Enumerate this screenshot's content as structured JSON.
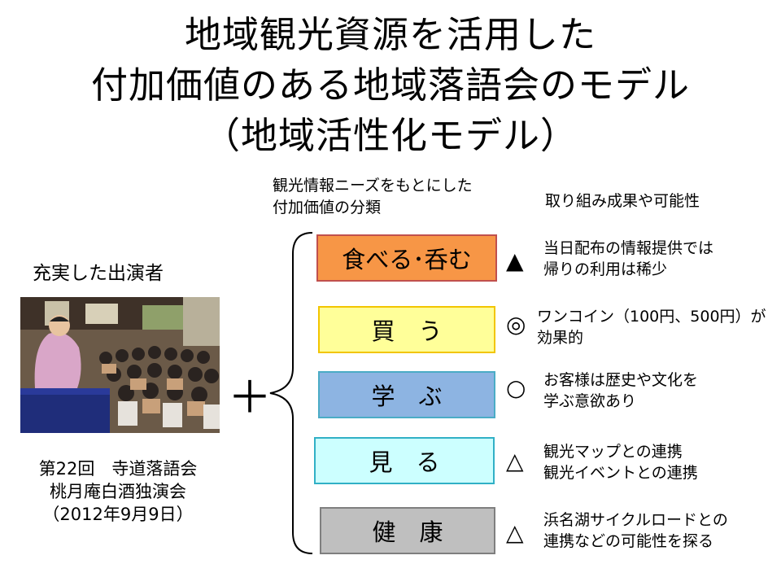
{
  "title": {
    "line1": "地域観光資源を活用した",
    "line2": "付加価値のある地域落語会のモデル",
    "line3": "（地域活性化モデル）"
  },
  "headers": {
    "value_class_line1": "観光情報ニーズをもとにした",
    "value_class_line2": "付加価値の分類",
    "results": "取り組み成果や可能性"
  },
  "performer": {
    "label": "充実した出演者",
    "photo_icon": "rakugo-performance-photo",
    "caption_line1": "第22回　寺道落語会",
    "caption_line2": "桃月庵白酒独演会",
    "caption_line3": "（2012年9月9日）"
  },
  "plus": "＋",
  "categories": [
    {
      "label": "食べる･呑む",
      "color": "#f79646",
      "mark": "▲",
      "result1": "当日配布の情報提供では",
      "result2": "帰りの利用は稀少"
    },
    {
      "label": "買　う",
      "color": "#ffff99",
      "mark": "◎",
      "result1": "ワンコイン（100円、500円）が",
      "result2": "効果的"
    },
    {
      "label": "学　ぶ",
      "color": "#8db4e2",
      "mark": "○",
      "result1": "お客様は歴史や文化を",
      "result2": "学ぶ意欲あり"
    },
    {
      "label": "見　る",
      "color": "#ccffff",
      "mark": "△",
      "result1": "観光マップとの連携",
      "result2": "観光イベントとの連携"
    },
    {
      "label": "健　康",
      "color": "#bfbfbf",
      "mark": "△",
      "result1": "浜名湖サイクルロードとの",
      "result2": "連携などの可能性を探る"
    }
  ]
}
